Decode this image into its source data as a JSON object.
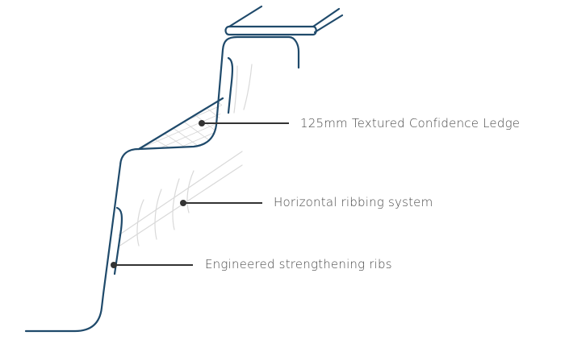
{
  "colors": {
    "profile": "#1f4a6b",
    "rib": "#d9d9d9",
    "hatch": "#d4d4d4",
    "leader": "#333333",
    "label": "#4a4a4a"
  },
  "callouts": [
    {
      "id": "ledge",
      "label": "125mm Textured Confidence Ledge"
    },
    {
      "id": "ribbing",
      "label": "Horizontal ribbing system"
    },
    {
      "id": "strengthening",
      "label": "Engineered strengthening ribs"
    }
  ]
}
